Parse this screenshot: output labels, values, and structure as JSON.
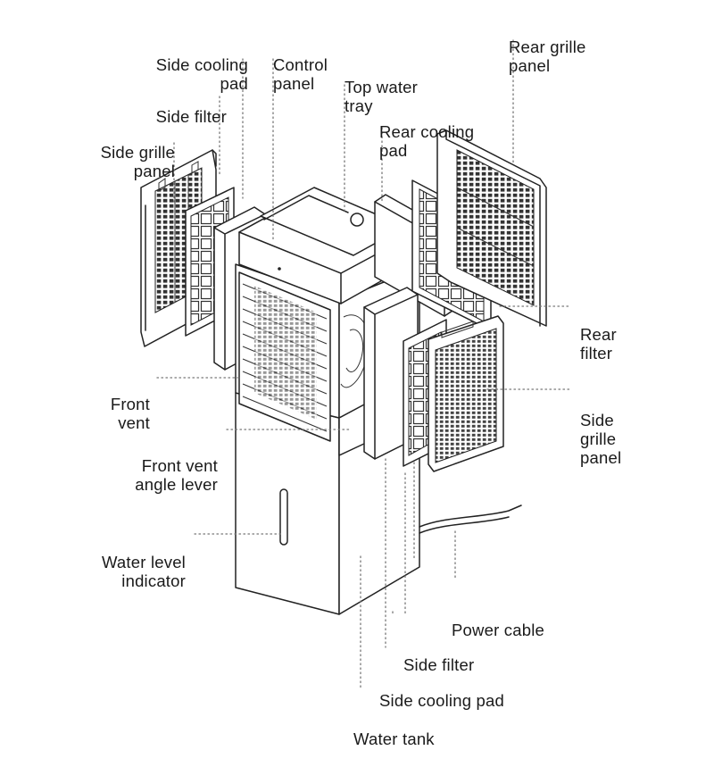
{
  "labels": {
    "side_cooling_pad_top": [
      "Side cooling",
      "pad"
    ],
    "control_panel": [
      "Control",
      "panel"
    ],
    "top_water_tray": [
      "Top water",
      "tray"
    ],
    "rear_grille_panel": [
      "Rear grille",
      "panel"
    ],
    "side_filter_top": [
      "Side filter"
    ],
    "rear_cooling_pad": [
      "Rear cooling",
      "pad"
    ],
    "side_grille_panel_left": [
      "Side grille",
      "panel"
    ],
    "rear_filter": [
      "Rear",
      "filter"
    ],
    "front_vent": [
      "Front",
      "vent"
    ],
    "side_grille_panel_right": [
      "Side",
      "grille",
      "panel"
    ],
    "front_vent_angle_lever": [
      "Front vent",
      "angle lever"
    ],
    "water_level_indicator": [
      "Water level",
      "indicator"
    ],
    "power_cable": [
      "Power cable"
    ],
    "side_filter_bottom": [
      "Side filter"
    ],
    "side_cooling_pad_bottom": [
      "Side cooling pad"
    ],
    "water_tank": [
      "Water tank"
    ]
  }
}
